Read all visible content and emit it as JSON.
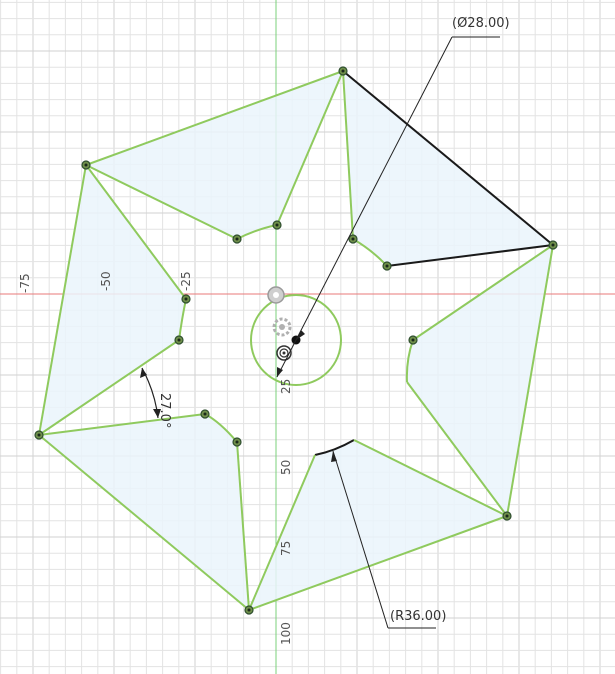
{
  "axis_labels": {
    "x_neg_75": "-75",
    "x_neg_50": "-50",
    "x_neg_25": "-25",
    "y_25": "25",
    "y_50": "50",
    "y_75": "75",
    "y_100": "100"
  },
  "dimensions": {
    "diameter": "(Ø28.00)",
    "radius": "(R36.00)",
    "angle": "27.0°"
  },
  "colors": {
    "grid": "#e3e3e3",
    "grid_major": "#d2d2d2",
    "x_axis": "#e87a7a",
    "y_axis": "#7bd07b",
    "sketch_line": "#8fca5e",
    "sketch_fill": "#eaf4fb",
    "selected_line": "#1a1a1a",
    "point": "#2f4f2f"
  },
  "icons": {
    "origin": "origin-icon",
    "constraint": "coincident-constraint-icon",
    "gear": "gear-icon"
  }
}
